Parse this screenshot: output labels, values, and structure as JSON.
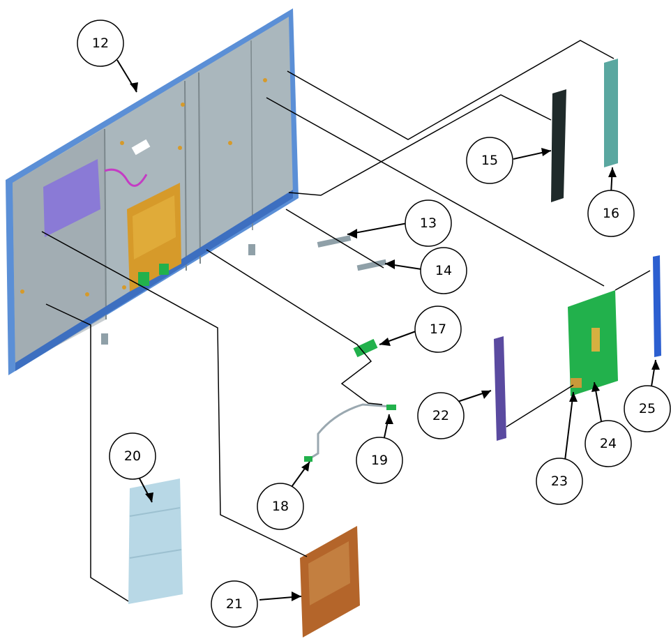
{
  "callouts": {
    "c12": "12",
    "c13": "13",
    "c14": "14",
    "c15": "15",
    "c16": "16",
    "c17": "17",
    "c18": "18",
    "c19": "19",
    "c20": "20",
    "c21": "21",
    "c22": "22",
    "c23": "23",
    "c24": "24",
    "c25": "25"
  },
  "colors": {
    "panel_frame": "#5b8fd6",
    "panel_back": "#a9b6bc",
    "panel_dark": "#7f8c92",
    "board_orange": "#d69a2a",
    "board_purple": "#8a7ad6",
    "board_green": "#22b14c",
    "speaker_teal": "#5aa7a0",
    "speaker_black": "#1f2a2a",
    "shield_blue": "#b8d8e6",
    "main_board": "#b4652a",
    "bar_purple": "#5a4aa0",
    "bar_blue": "#2c5fd0",
    "line": "#000000"
  }
}
